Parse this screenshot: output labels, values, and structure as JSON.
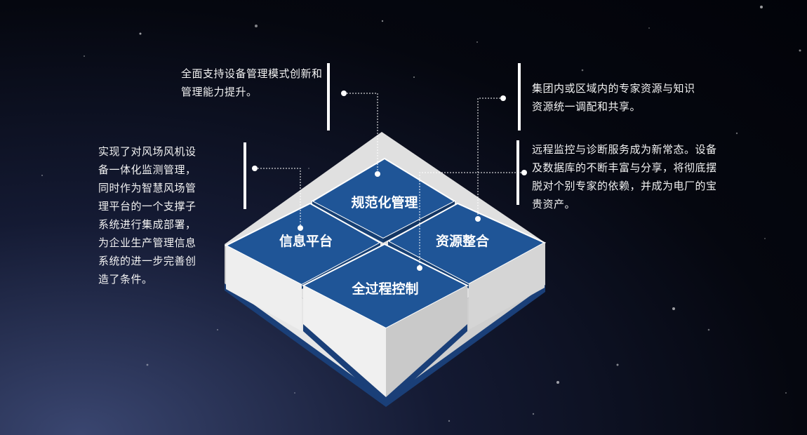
{
  "descriptions": {
    "top_left": "全面支持设备管理模式创新和管理能力提升。",
    "top_right": "集团内或区域内的专家资源与知识资源统一调配和共享。",
    "left": "实现了对风场风机设备一体化监测管理，同时作为智慧风场管理平台的一个支撑子系统进行集成部署，为企业生产管理信息系统的进一步完善创造了条件。",
    "right": "远程监控与诊断服务成为新常态。设备及数据库的不断丰富与分享，将彻底摆脱对个别专家的依赖，并成为电厂的宝贵资产。"
  },
  "tiles": {
    "top": "规范化管理",
    "left": "信息平台",
    "right": "资源整合",
    "bottom": "全过程控制"
  },
  "colors": {
    "tile_blue": "#1f5597",
    "tile_border": "#ffffff",
    "side_white": "#e8e8e8",
    "side_blue": "#1a3f78"
  }
}
